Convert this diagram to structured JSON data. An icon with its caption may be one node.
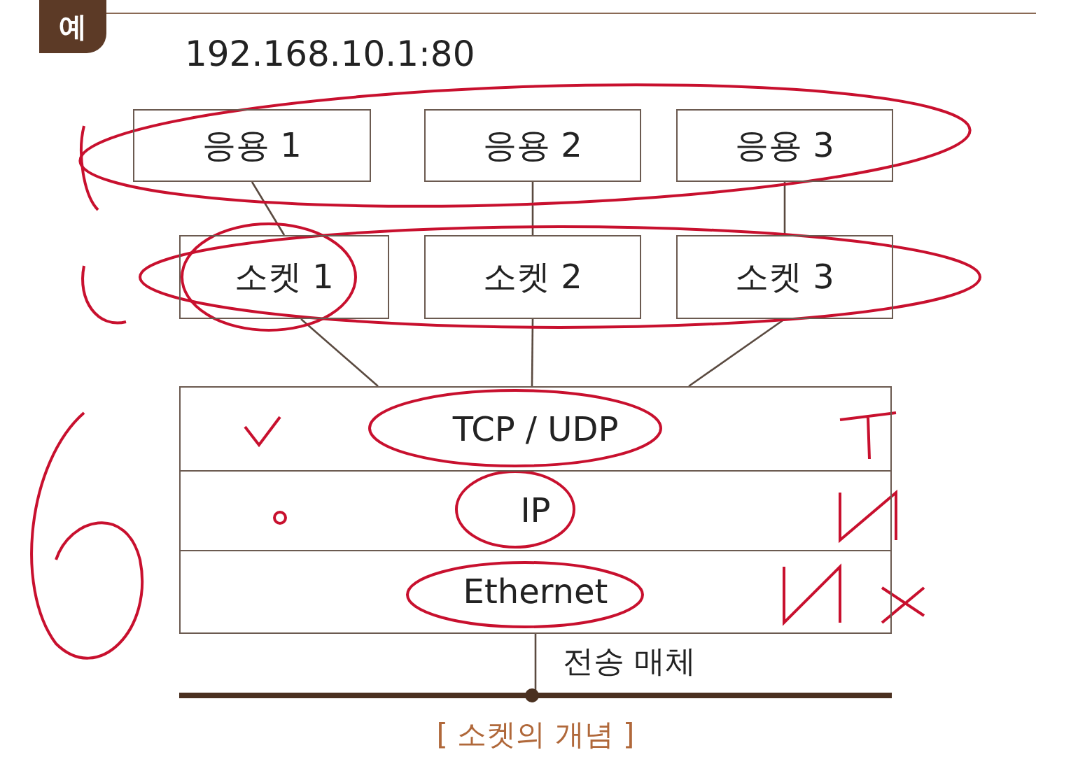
{
  "diagram": {
    "caption": "[ 소켓의 개념 ]",
    "nodes": [
      {
        "text": [
          "응용 1"
        ]
      },
      {
        "text": [
          "응용 2"
        ]
      },
      {
        "text": [
          "응용 3"
        ]
      },
      {
        "text": [
          "소켓 1"
        ]
      },
      {
        "text": [
          "소켓 2"
        ]
      },
      {
        "text": [
          "소켓 3"
        ]
      },
      {
        "text": [
          "TCP / UDP"
        ]
      },
      {
        "text": [
          "IP"
        ]
      },
      {
        "text": [
          "Ethernet"
        ]
      },
      {
        "text": [],
        "shape": "bar",
        "beside": [
          "전송 매체"
        ]
      }
    ],
    "edges": [
      {
        "from": 0,
        "to": 3,
        "arrow": "none"
      },
      {
        "from": 1,
        "to": 4,
        "arrow": "none"
      },
      {
        "from": 2,
        "to": 5,
        "arrow": "none"
      },
      {
        "from": 3,
        "to": 6,
        "arrow": "none"
      },
      {
        "from": 4,
        "to": 6,
        "arrow": "none"
      },
      {
        "from": 5,
        "to": 6,
        "arrow": "none"
      },
      {
        "from": 8,
        "to": 9,
        "arrow": "none"
      }
    ],
    "labels": [
      "예",
      "192.168.10.1:80"
    ]
  }
}
